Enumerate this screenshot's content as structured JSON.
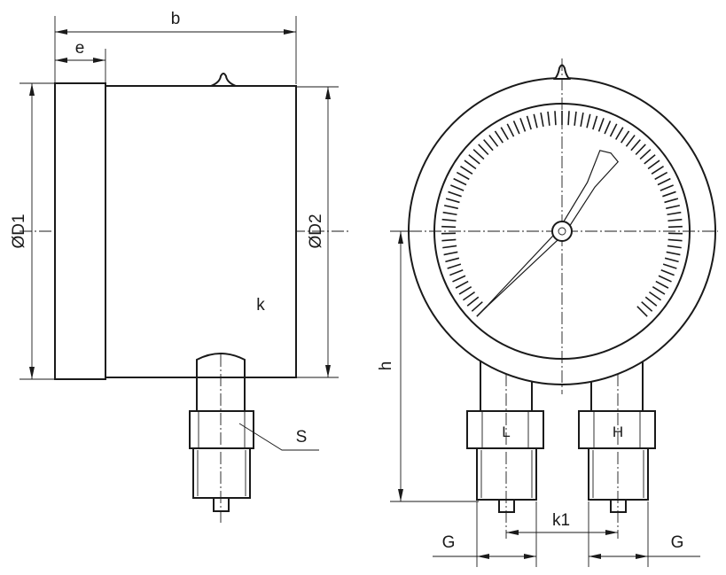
{
  "labels": {
    "b": "b",
    "e": "e",
    "d1": "ØD1",
    "d2": "ØD2",
    "k": "k",
    "s": "S",
    "h": "h",
    "k1": "k1",
    "g_left": "G",
    "g_right": "G",
    "port_low": "L",
    "port_high": "H"
  },
  "gauge": {
    "tick_count": 80,
    "scale_start_deg": 225,
    "scale_end_deg": -45,
    "pointer_angle_deg": 58,
    "pointer_tail_angle_deg": 225
  },
  "colors": {
    "line": "#1a1a1a",
    "background": "#ffffff"
  }
}
